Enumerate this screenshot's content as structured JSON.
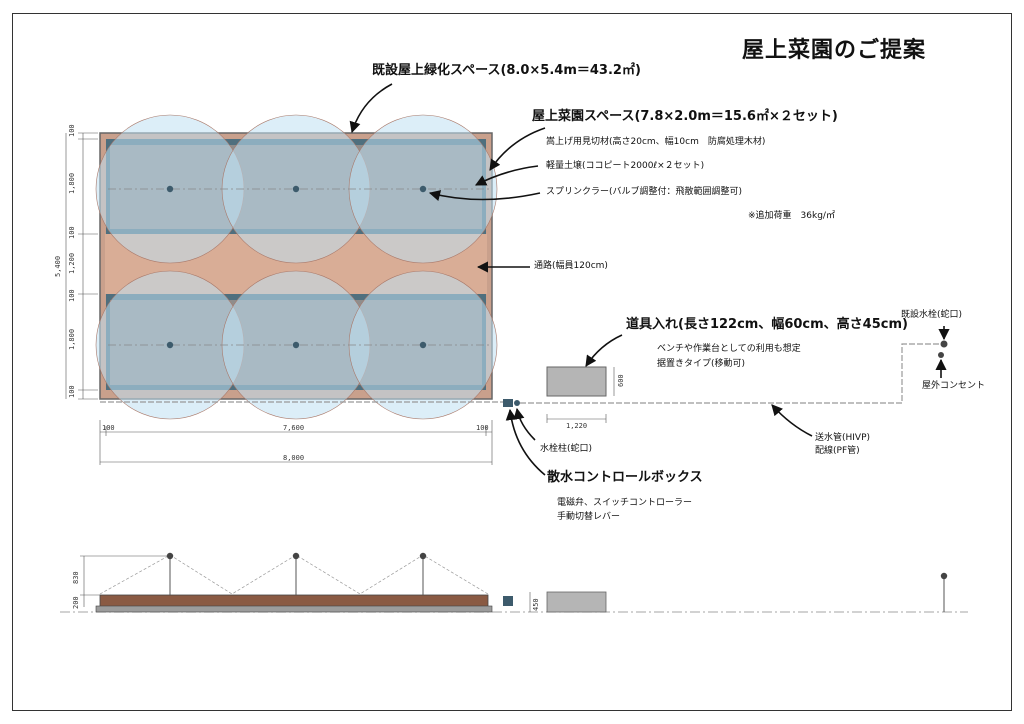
{
  "title": "屋上菜園のご提案",
  "labels": {
    "existing_green": "既設屋上緑化スペース(8.0×5.4m＝43.2㎡)",
    "garden_space": "屋上菜園スペース(7.8×2.0m＝15.6㎡×２セット)",
    "raised_bed": "嵩上げ用見切材(高さ20cm、幅10cm　防腐処理木材)",
    "soil": "軽量土壌(ココピート2000ℓ×２セット)",
    "sprinkler": "スプリンクラー(バルブ調整付：飛散範囲調整可)",
    "added_load": "※追加荷重　36kg/㎡",
    "path": "通路(幅員120cm)",
    "tool_box": "道具入れ(長さ122cm、幅60cm、高さ45cm)",
    "tool_note_1": "ベンチや作業台としての利用も想定",
    "tool_note_2": "据置きタイプ(移動可)",
    "existing_faucet": "既設水栓(蛇口)",
    "outdoor_outlet": "屋外コンセント",
    "water_pipe": "送水管(HIVP)",
    "wiring": "配線(PF管)",
    "faucet_post": "水栓柱(蛇口)",
    "control_box": "散水コントロールボックス",
    "control_note_1": "電磁弁、スイッチコントローラー",
    "control_note_2": "手動切替レバー"
  },
  "dims": {
    "d100a": "100",
    "d1800a": "1,800",
    "d100b": "100",
    "d1200": "1,200",
    "d100c": "100",
    "d1800b": "1,800",
    "d100d": "100",
    "d5400": "5,400",
    "b100l": "100",
    "b7600": "7,600",
    "b100r": "100",
    "b8000": "8,000",
    "box600": "600",
    "box1220": "1,220",
    "e830": "830",
    "e200": "200",
    "e450": "450"
  },
  "colors": {
    "beds": "#8f8d8c",
    "wood_frame": "#4f6f7e",
    "path": "#d9ad96",
    "spray": "#bfe0f3",
    "outline": "#555555"
  }
}
